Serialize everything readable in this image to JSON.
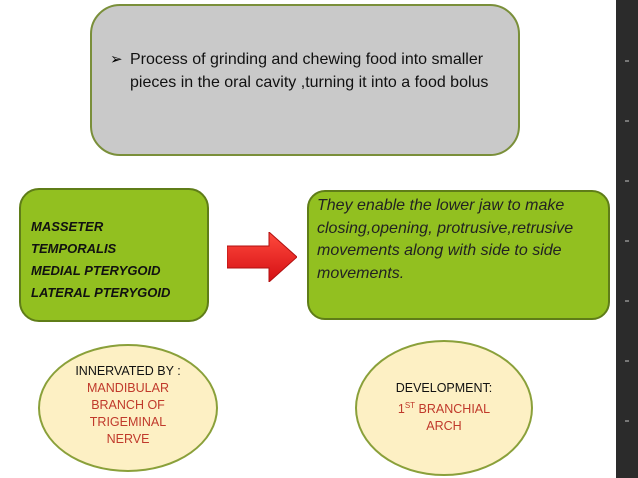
{
  "top_box": {
    "bullet": "➢",
    "text": "Process of grinding and chewing food into smaller pieces in the oral cavity ,turning it into a food bolus"
  },
  "muscles": {
    "items": [
      "MASSETER",
      "TEMPORALIS",
      "MEDIAL PTERYGOID",
      "LATERAL PTERYGOID"
    ]
  },
  "function_box": {
    "text": "They enable the lower jaw to make closing,opening, protrusive,retrusive movements along with side to side movements."
  },
  "innervation": {
    "heading": "INNERVATED BY :",
    "lines": [
      "MANDIBULAR",
      "BRANCH OF",
      "TRIGEMINAL",
      "NERVE"
    ]
  },
  "development": {
    "heading": "DEVELOPMENT:",
    "ordinal_number": "1",
    "ordinal_suffix": "ST",
    "line1_rest": " BRANCHIAL",
    "line2": "ARCH"
  },
  "colors": {
    "arrow": "#e8151b",
    "green_box": "#92c020",
    "grey_box": "#c9c9c9",
    "oval_fill": "#fdf0c4",
    "red_text": "#c0392b"
  }
}
